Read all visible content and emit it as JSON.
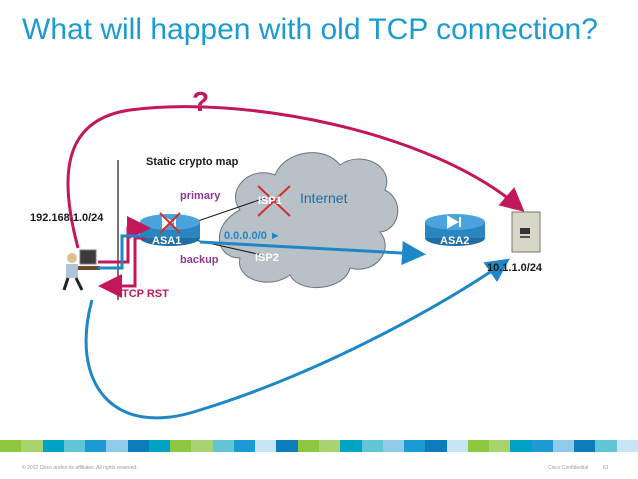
{
  "slide": {
    "title": "What will happen with old TCP connection?",
    "question_mark": "?"
  },
  "labels": {
    "static_crypto_map": "Static crypto map",
    "primary": "primary",
    "backup": "backup",
    "isp1": "ISP1",
    "isp2": "ISP2",
    "internet": "Internet",
    "asa1": "ASA1",
    "asa2": "ASA2",
    "default_route": "0.0.0.0/0 ►",
    "left_subnet": "192.168.1.0/24",
    "right_subnet": "10.1.1.0/24",
    "tcp_rst": "TCP RST"
  },
  "colors": {
    "title": "#1b9bd1",
    "magenta": "#c2185b",
    "blue": "#1e88c6",
    "purple": "#8e3a8e",
    "cloud": "#b8c0c8",
    "router": "#2a86c0"
  },
  "footer": {
    "copyright": "© 2012 Cisco and/or its affiliates. All rights reserved.",
    "confidential": "Cisco Confidential",
    "page": "61",
    "bar_colors": [
      "#8dc63f",
      "#a7d46f",
      "#00a3c4",
      "#62c5d6",
      "#1b9bd1",
      "#8fcbe8",
      "#0c7dba",
      "#00a3c4",
      "#8dc63f",
      "#a7d46f",
      "#62c5d6",
      "#1b9bd1",
      "#c6e4f2",
      "#0c7dba",
      "#8dc63f",
      "#a7d46f",
      "#00a3c4",
      "#62c5d6",
      "#8fcbe8",
      "#1b9bd1",
      "#0c7dba",
      "#c6e4f2",
      "#8dc63f",
      "#a7d46f",
      "#00a3c4",
      "#1b9bd1",
      "#8fcbe8",
      "#0c7dba",
      "#62c5d6",
      "#c6e4f2"
    ]
  }
}
